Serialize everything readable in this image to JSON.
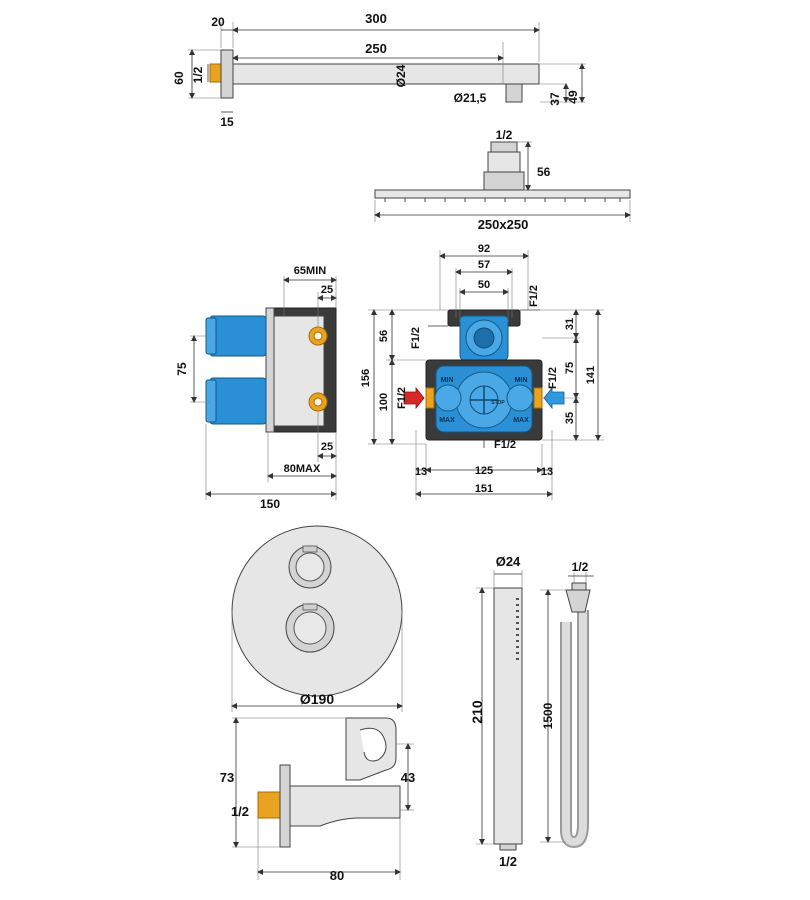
{
  "colors": {
    "body_blue": "#2a8fd4",
    "brass": "#e8a320",
    "chrome": "#d4d4d4",
    "housing_dark": "#3a3a3a",
    "hot": "#d62828",
    "cold": "#2a9be8"
  },
  "shower_arm": {
    "dim_total": "300",
    "dim_20": "20",
    "dim_250": "250",
    "dim_60": "60",
    "dim_thread": "1/2",
    "dim_diameter": "Ø24",
    "dim_15": "15",
    "dim_outlet": "Ø21,5",
    "dim_37": "37",
    "dim_49": "49"
  },
  "shower_head": {
    "dim_thread": "1/2",
    "dim_height": "56",
    "dim_size": "250x250"
  },
  "valve_side": {
    "dim_65min": "65MIN",
    "dim_25_top": "25",
    "dim_75": "75",
    "dim_25_bottom": "25",
    "dim_80max": "80MAX",
    "dim_150": "150"
  },
  "valve_front": {
    "dim_92": "92",
    "dim_57": "57",
    "dim_50": "50",
    "dim_f12_top": "F1/2",
    "dim_f12_left": "F1/2",
    "dim_56": "56",
    "dim_156": "156",
    "dim_100": "100",
    "dim_f12_in_left": "F1/2",
    "dim_31": "31",
    "dim_f12_right": "F1/2",
    "dim_75": "75",
    "dim_141": "141",
    "dim_35": "35",
    "dim_f12_bottom": "F1/2",
    "dim_13_left": "13",
    "dim_125": "125",
    "dim_13_right": "13",
    "dim_151": "151",
    "label_min_left": "MIN",
    "label_min_right": "MIN",
    "label_max_left": "MAX",
    "label_max_right": "MAX",
    "label_stop": "STOP"
  },
  "trim_plate": {
    "dim_diameter": "Ø190"
  },
  "wall_outlet": {
    "dim_73": "73",
    "dim_43": "43",
    "dim_thread": "1/2",
    "dim_80": "80"
  },
  "hand_shower": {
    "dim_diameter": "Ø24",
    "dim_length": "210",
    "dim_thread": "1/2"
  },
  "hose": {
    "dim_thread": "1/2",
    "dim_length": "1500"
  }
}
